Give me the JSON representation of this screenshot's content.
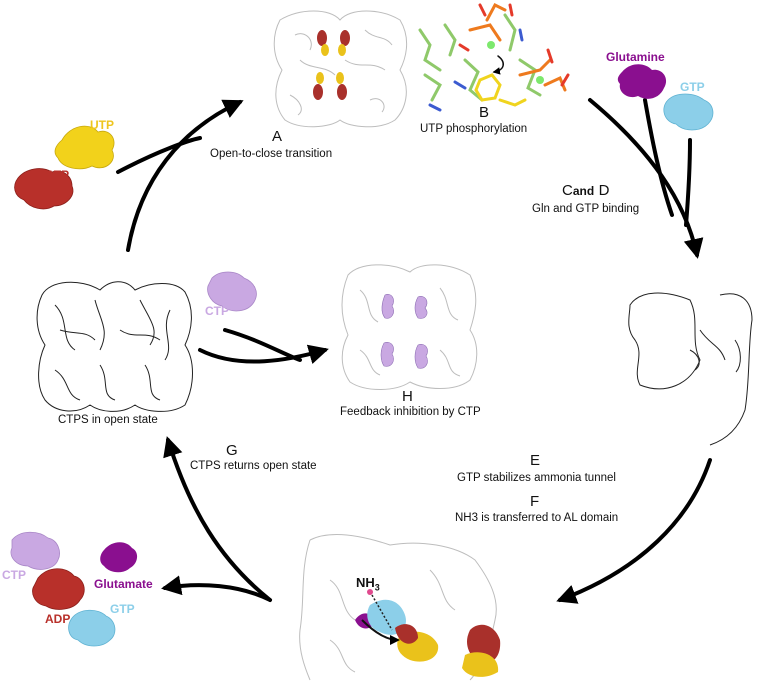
{
  "steps": {
    "a": {
      "letter": "A",
      "desc": "Open-to-close transition"
    },
    "b": {
      "letter": "B",
      "desc": "UTP phosphorylation"
    },
    "cd": {
      "letter_c": "C",
      "and": "and",
      "letter_d": "D",
      "desc": "Gln and GTP binding"
    },
    "e": {
      "letter": "E",
      "desc": "GTP stabilizes ammonia tunnel"
    },
    "f": {
      "letter": "F",
      "desc": "NH3 is transferred to AL domain"
    },
    "g": {
      "letter": "G",
      "desc": "CTPS returns open state"
    },
    "h": {
      "letter": "H",
      "desc": "Feedback inhibition by CTP"
    }
  },
  "open_state_label": "CTPS in open state",
  "molecules": {
    "utp": "UTP",
    "atp": "ATP",
    "glutamine": "Glutamine",
    "gtp_top": "GTP",
    "ctp_center": "CTP",
    "ctp_bottom": "CTP",
    "adp": "ADP",
    "glutamate": "Glutamate",
    "gtp_bottom": "GTP",
    "nh3_main": "NH",
    "nh3_sub": "3"
  },
  "colors": {
    "utp": "#f2d21b",
    "atp": "#b8302a",
    "glutamine": "#8a0f8f",
    "gtp": "#8ccfe9",
    "ctp": "#c9a8e2",
    "arrow": "#000000"
  }
}
